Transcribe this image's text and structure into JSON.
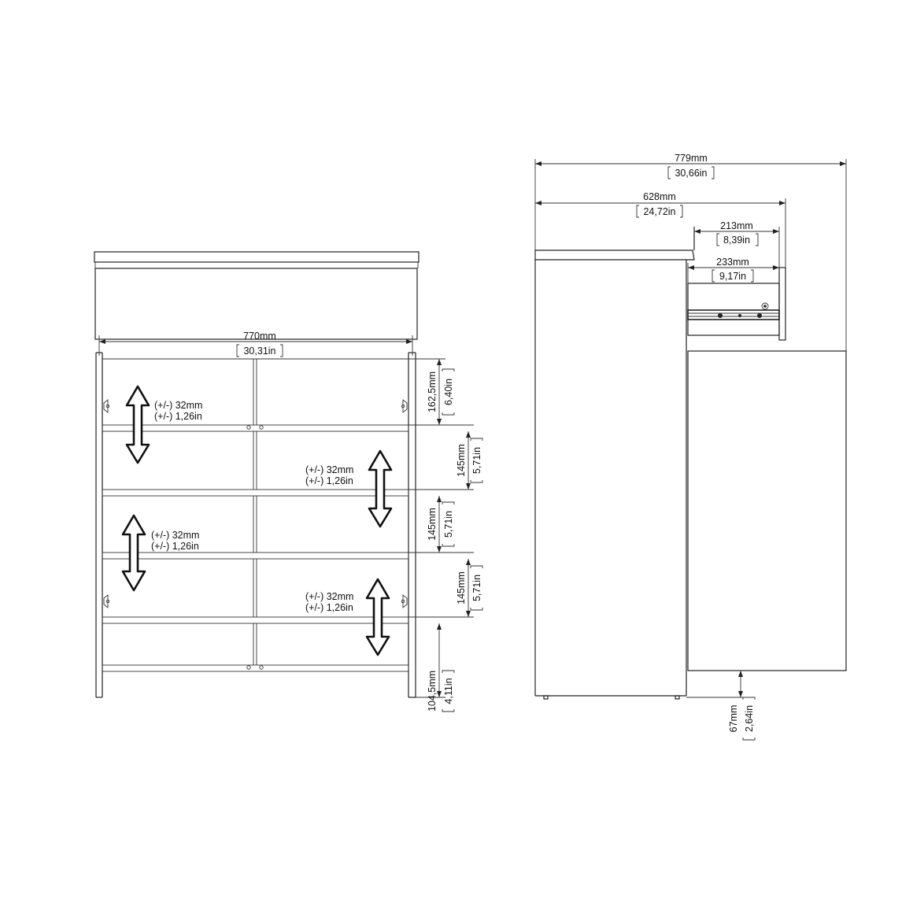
{
  "front_view": {
    "width": {
      "mm": "770mm",
      "in": "30,31in"
    },
    "top_gap": {
      "mm": "162,5mm",
      "in": "6,40in"
    },
    "shelf_gap_1": {
      "mm": "145mm",
      "in": "5,71in"
    },
    "shelf_gap_2": {
      "mm": "145mm",
      "in": "5,71in"
    },
    "shelf_gap_3": {
      "mm": "145mm",
      "in": "5,71in"
    },
    "bottom_gap": {
      "mm": "104,5mm",
      "in": "4,11in"
    },
    "adjustments": [
      {
        "mm": "(+/-) 32mm",
        "in": "(+/-) 1,26in"
      },
      {
        "mm": "(+/-) 32mm",
        "in": "(+/-) 1,26in"
      },
      {
        "mm": "(+/-) 32mm",
        "in": "(+/-) 1,26in"
      },
      {
        "mm": "(+/-) 32mm",
        "in": "(+/-) 1,26in"
      }
    ]
  },
  "side_view": {
    "total_depth": {
      "mm": "779mm",
      "in": "30,66in"
    },
    "drawer_extended": {
      "mm": "628mm",
      "in": "24,72in"
    },
    "drawer_front": {
      "mm": "213mm",
      "in": "8,39in"
    },
    "drawer_depth": {
      "mm": "233mm",
      "in": "9,17in"
    },
    "plinth_height": {
      "mm": "67mm",
      "in": "2,64in"
    }
  }
}
